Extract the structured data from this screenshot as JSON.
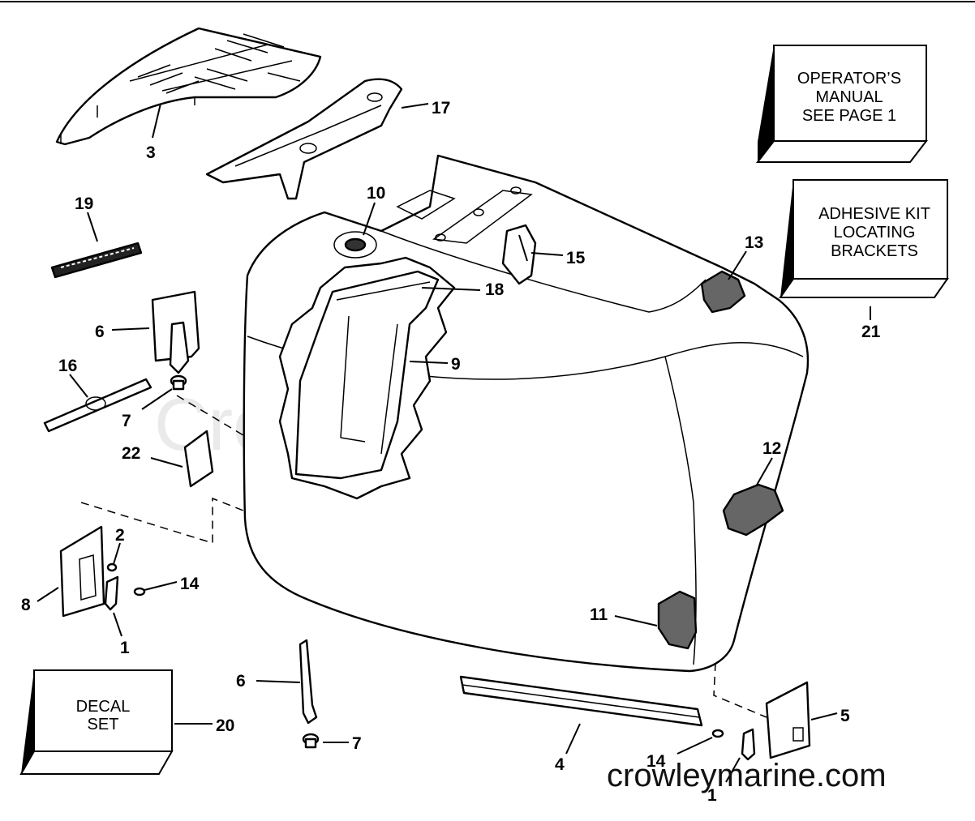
{
  "diagram": {
    "watermark": "Crowley Marine",
    "site": "crowleymarine.com",
    "boxes": [
      {
        "id": "operators-manual",
        "lines": [
          "OPERATOR’S",
          "MANUAL",
          "SEE PAGE 1"
        ]
      },
      {
        "id": "adhesive-kit",
        "lines": [
          "ADHESIVE KIT",
          "LOCATING",
          "BRACKETS"
        ]
      },
      {
        "id": "decal-set",
        "lines": [
          "DECAL",
          "SET"
        ]
      }
    ],
    "callouts": [
      "3",
      "17",
      "19",
      "10",
      "15",
      "13",
      "18",
      "6",
      "16",
      "9",
      "7",
      "21",
      "22",
      "12",
      "2",
      "14",
      "8",
      "1",
      "11",
      "6",
      "20",
      "7",
      "4",
      "5",
      "14",
      "1"
    ]
  }
}
